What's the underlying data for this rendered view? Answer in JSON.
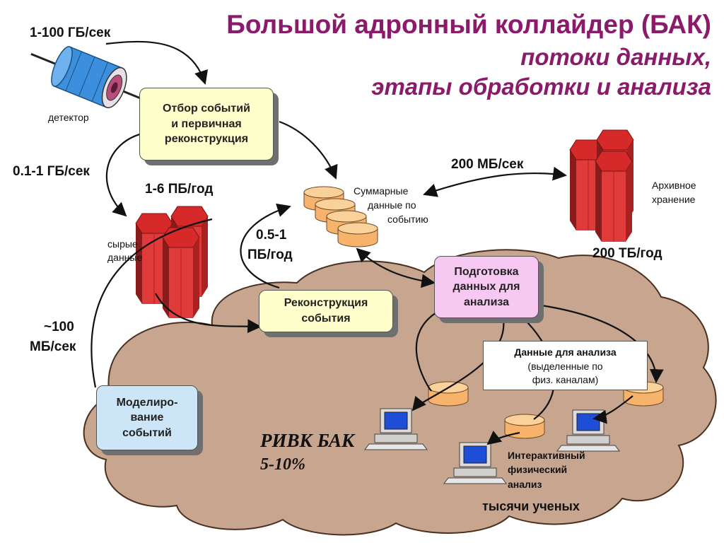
{
  "title": {
    "line1": "Большой адронный коллайдер (БАК)",
    "line2": "потоки данных,",
    "line3": "этапы обработки и анализа"
  },
  "rates": {
    "detector_rate": "1-100 ГБ/сек",
    "selection_rate": "0.1-1 ГБ/сек",
    "raw_per_year": "1-6 ПБ/год",
    "reco_per_year_1": "0.5-1",
    "reco_per_year_2": "ПБ/год",
    "archive_rate": "200 МБ/сек",
    "archive_per_year": "200 ТБ/год",
    "sim_rate_1": "~100",
    "sim_rate_2": "МБ/сек"
  },
  "labels": {
    "detector": "детектор",
    "raw_1": "сырые",
    "raw_2": "данные",
    "summary_1": "Суммарные",
    "summary_2": "данные по",
    "summary_3": "событию",
    "archive_1": "Архивное",
    "archive_2": "хранение",
    "interactive_1": "Интерактивный",
    "interactive_2": "физический",
    "interactive_3": "анализ",
    "scientists": "тысячи ученых"
  },
  "boxes": {
    "selection_1": "Отбор событий",
    "selection_2": "и первичная",
    "selection_3": "реконструкция",
    "reconstruction_1": "Реконструкция",
    "reconstruction_2": "события",
    "preparation_1": "Подготовка",
    "preparation_2": "данных для",
    "preparation_3": "анализа",
    "simulation_1": "Моделиро-",
    "simulation_2": "вание",
    "simulation_3": "событий",
    "analysis_data_1": "Данные для анализа",
    "analysis_data_2": "(выделенные по",
    "analysis_data_3": "физ. каналам)"
  },
  "cloud": {
    "name": "РИВК БАК",
    "share": "5-10%"
  },
  "colors": {
    "title": "#8b1a6b",
    "cloud": "#c8a58e",
    "selection_box": "#ffffcc",
    "simulation_box": "#cce6f7",
    "preparation_box": "#f7c8f2",
    "storage_red": "#e03a3a",
    "disk_orange": "#f7b36b"
  }
}
